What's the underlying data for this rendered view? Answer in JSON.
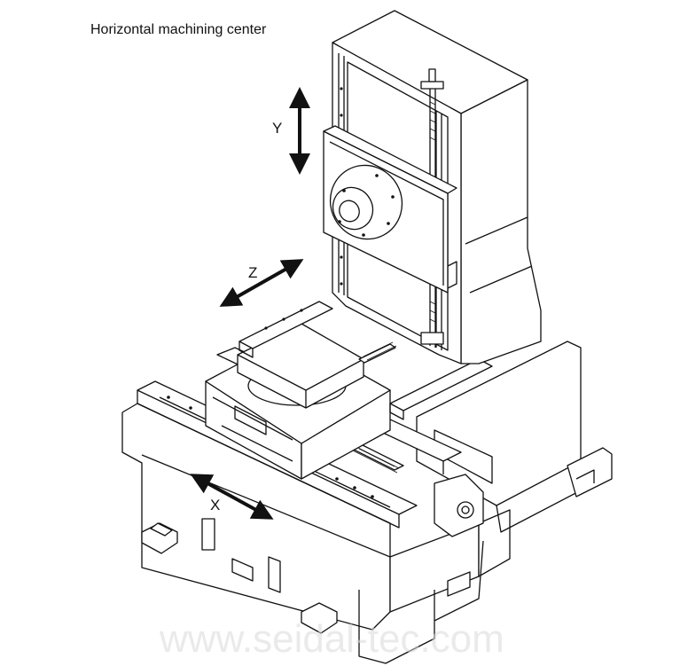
{
  "title": "Horizontal machining center",
  "axes": {
    "y": "Y",
    "z": "Z",
    "x": "X"
  },
  "watermark": "www.seidal-tec.com",
  "icons": [
    "double-arrow-icon"
  ]
}
